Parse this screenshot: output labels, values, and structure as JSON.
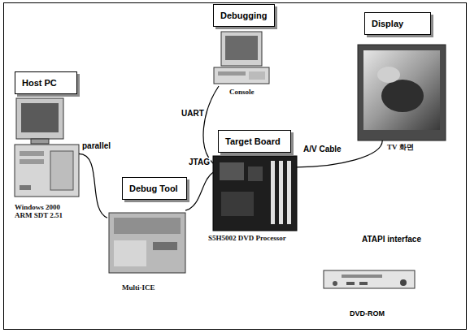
{
  "diagram": {
    "nodes": [
      {
        "text": [
          "Debugging",
          "Console"
        ]
      },
      {
        "text": [
          "Display",
          "TV 화면"
        ]
      },
      {
        "text": [
          "Host PC",
          "Windows 2000 ARM SDT 2.51"
        ]
      },
      {
        "text": [
          "Target Board",
          "S5H5002 DVD Processor"
        ]
      },
      {
        "text": [
          "Debug Tool",
          "Multi-ICE"
        ]
      }
    ],
    "edges": [
      {
        "from": 2,
        "to": 4,
        "arrow": "none",
        "label": "parallel"
      },
      {
        "from": 4,
        "to": 3,
        "arrow": "none",
        "label": "JTAG"
      },
      {
        "from": 0,
        "to": 3,
        "arrow": "none",
        "label": "UART"
      },
      {
        "from": 3,
        "to": 1,
        "arrow": "none",
        "label": "A/V Cable"
      }
    ],
    "labels": [
      "ATAPI interface",
      "DVD-ROM"
    ]
  }
}
